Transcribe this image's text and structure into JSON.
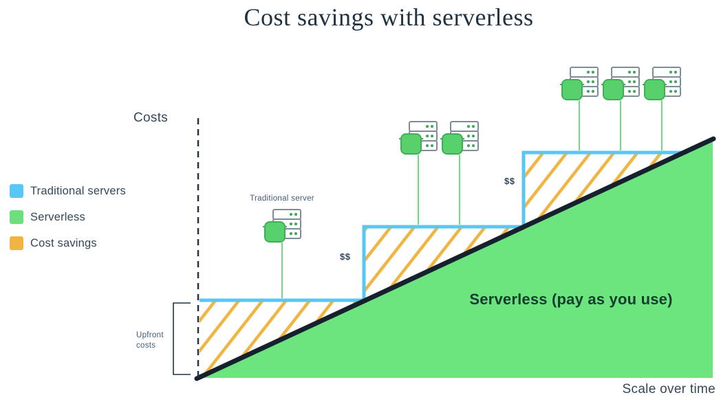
{
  "title": "Cost savings with serverless",
  "axes": {
    "y_label": "Costs",
    "x_label": "Scale over time"
  },
  "legend": {
    "items": [
      {
        "label": "Traditional servers",
        "color": "#58c7f3"
      },
      {
        "label": "Serverless",
        "color": "#6ce07c"
      },
      {
        "label": "Cost savings",
        "color": "#f0b441"
      }
    ]
  },
  "annotations": {
    "traditional_server_label": "Traditional server",
    "upfront_costs_label": "Upfront\ncosts",
    "serverless_area_label": "Serverless (pay as you use)",
    "dollar_step2": "$$",
    "dollar_step3": "$$"
  },
  "chart_data": {
    "type": "area",
    "title": "Cost savings with serverless",
    "xlabel": "Scale over time",
    "ylabel": "Costs",
    "grid": false,
    "series": [
      {
        "name": "Traditional servers",
        "shape": "step",
        "color": "#58c7f3",
        "description": "Stepped cost line; cost jumps each time a server is added",
        "steps_relative": [
          {
            "x_start": 0.0,
            "x_end": 0.32,
            "cost_level": 1,
            "servers": 1
          },
          {
            "x_start": 0.32,
            "x_end": 0.63,
            "cost_level": 2,
            "servers": 2
          },
          {
            "x_start": 0.63,
            "x_end": 0.95,
            "cost_level": 3,
            "servers": 3
          }
        ]
      },
      {
        "name": "Serverless",
        "shape": "linear",
        "color": "#6ce07c",
        "description": "Linear pay-as-you-use cost line from origin rising with scale",
        "label_in_area": "Serverless (pay as you use)"
      },
      {
        "name": "Cost savings",
        "shape": "hatched-area",
        "color": "#f0b441",
        "description": "Hatched triangles between each traditional-server step and the serverless diagonal"
      }
    ],
    "servers_per_step": [
      1,
      2,
      3
    ],
    "colors": {
      "diagonal_line": "#16212e",
      "dashed_axis": "#213343",
      "server_connector": "#6fdd7f",
      "server_box_green": "#58d16c",
      "area_green": "#6de57f"
    }
  }
}
